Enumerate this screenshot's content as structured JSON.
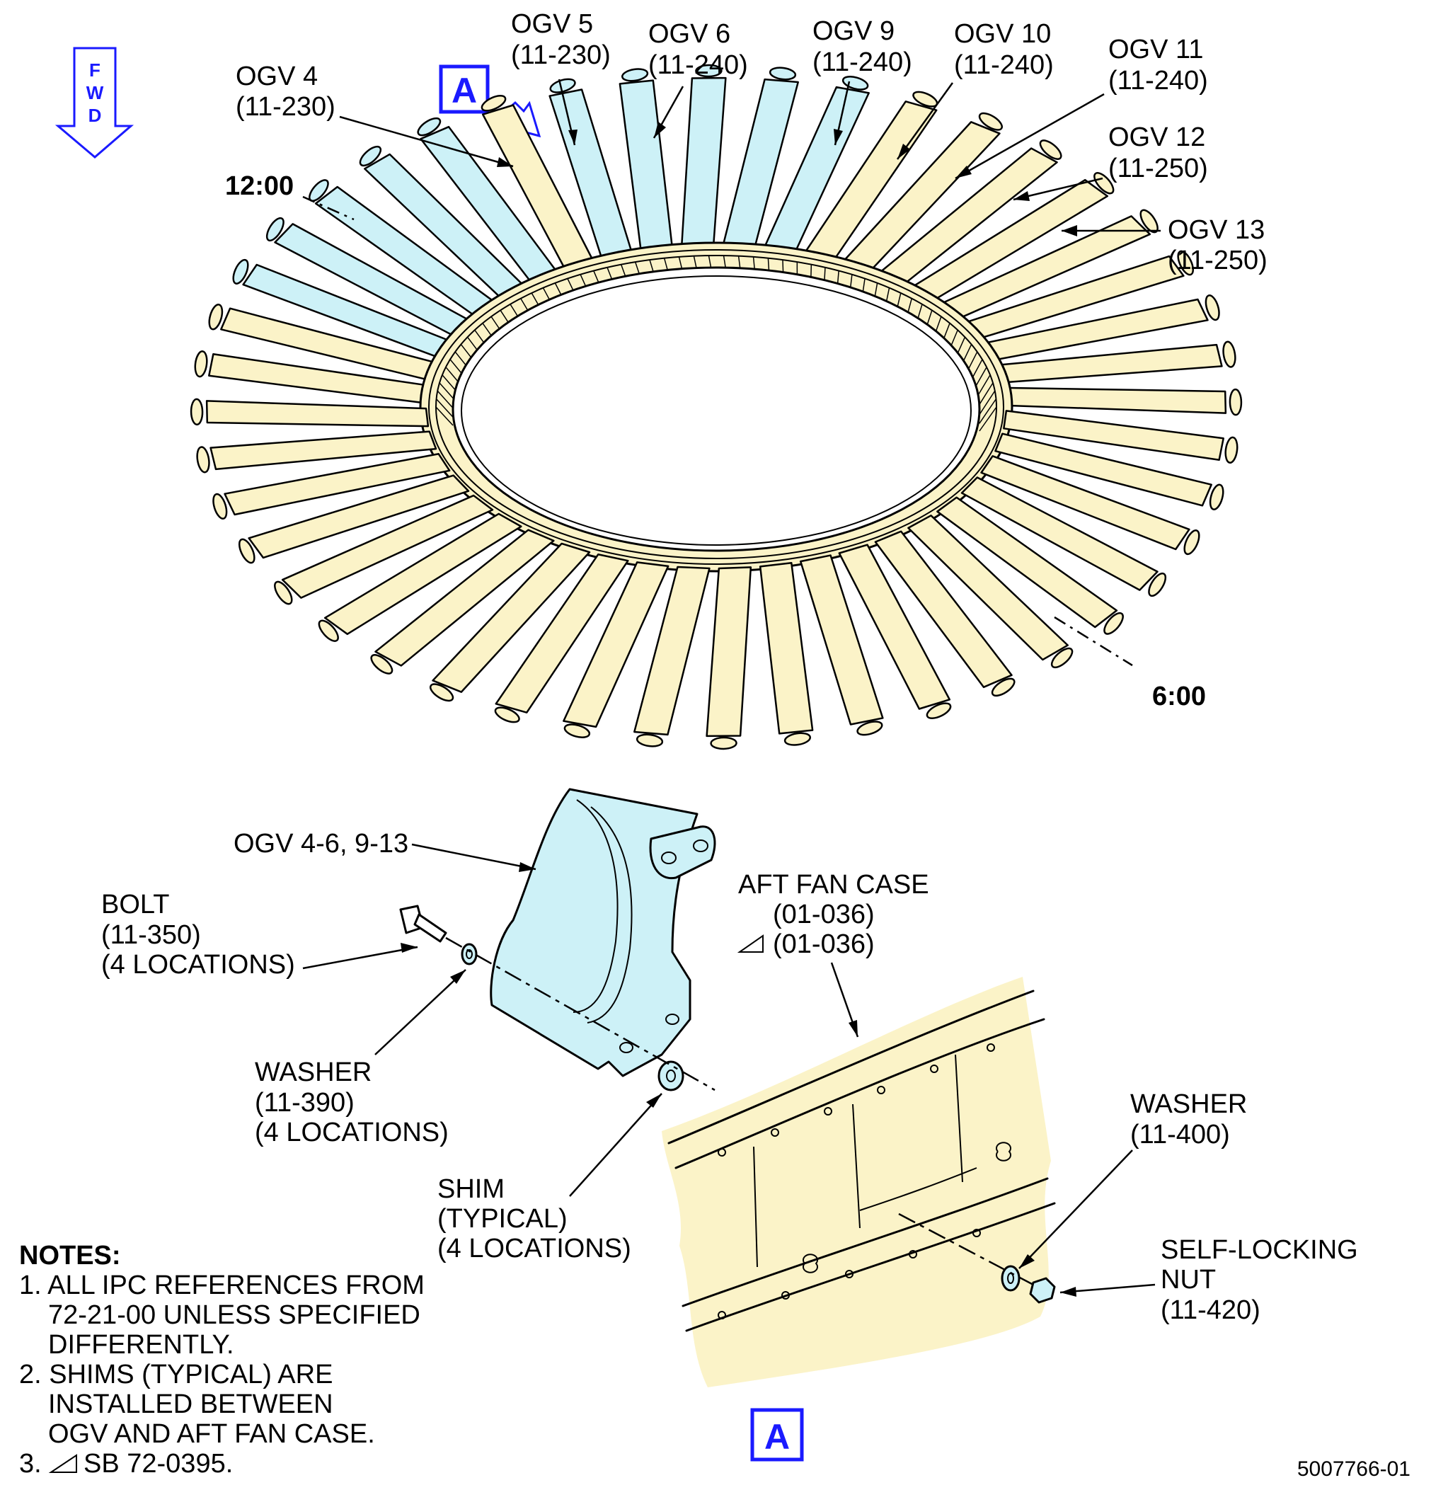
{
  "header": {
    "fwd_label": [
      "F",
      "W",
      "D"
    ],
    "view_marker_top": "A",
    "view_marker_bottom": "A"
  },
  "clock_labels": {
    "top": "12:00",
    "bottom": "6:00"
  },
  "ogv_callouts": [
    {
      "name": "OGV 4",
      "ref": "(11-230)"
    },
    {
      "name": "OGV 5",
      "ref": "(11-230)"
    },
    {
      "name": "OGV 6",
      "ref": "(11-240)"
    },
    {
      "name": "OGV 9",
      "ref": "(11-240)"
    },
    {
      "name": "OGV 10",
      "ref": "(11-240)"
    },
    {
      "name": "OGV 11",
      "ref": "(11-240)"
    },
    {
      "name": "OGV 12",
      "ref": "(11-250)"
    },
    {
      "name": "OGV 13",
      "ref": "(11-250)"
    }
  ],
  "detail_callouts": {
    "ogv_range": "OGV 4-6, 9-13",
    "bolt": [
      "BOLT",
      "(11-350)",
      "(4 LOCATIONS)"
    ],
    "washer_left": [
      "WASHER",
      "(11-390)",
      "(4 LOCATIONS)"
    ],
    "shim": [
      "SHIM",
      "(TYPICAL)",
      "(4 LOCATIONS)"
    ],
    "aft_fan_case": [
      "AFT FAN CASE",
      "(01-036)",
      "(01-036)"
    ],
    "washer_right": [
      "WASHER",
      "(11-400)"
    ],
    "nut": [
      "SELF-LOCKING",
      "NUT",
      "(11-420)"
    ]
  },
  "notes": {
    "title": "NOTES:",
    "lines": [
      "1. ALL IPC REFERENCES FROM",
      "72-21-00 UNLESS SPECIFIED",
      "DIFFERENTLY.",
      "2. SHIMS (TYPICAL) ARE",
      "INSTALLED BETWEEN",
      "OGV AND AFT FAN CASE.",
      "3.",
      "SB 72-0395."
    ]
  },
  "figure_id": "5007766-01",
  "colors": {
    "vane_yellow": "#fbf3c8",
    "vane_blue": "#cdf1f7",
    "marker_blue": "#1a1aff"
  }
}
